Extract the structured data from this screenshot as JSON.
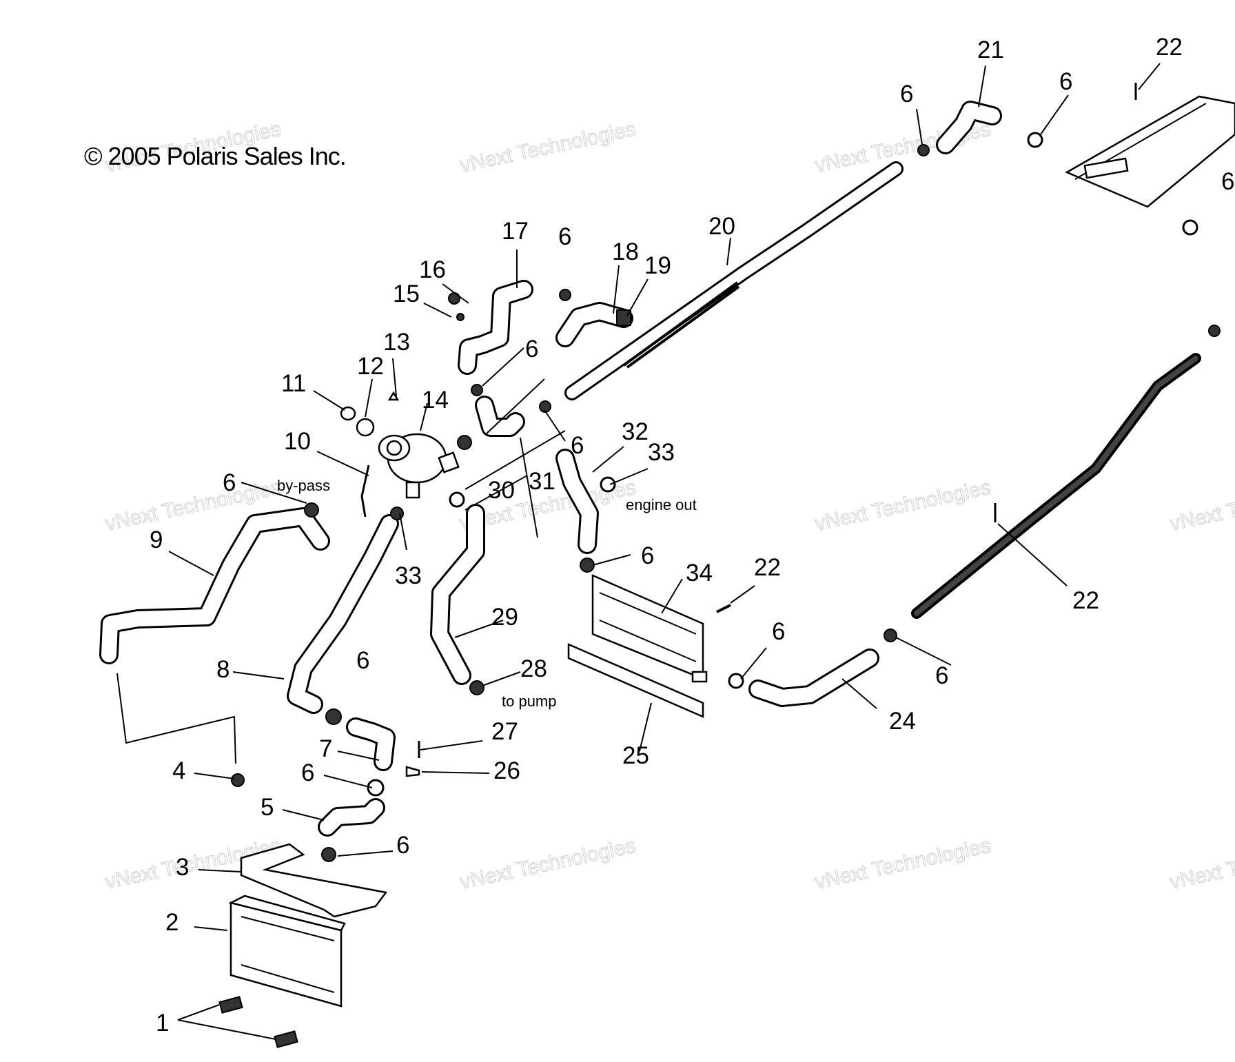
{
  "copyright": "© 2005 Polaris Sales Inc.",
  "watermark": {
    "line1": "vNext Technologies",
    "line2": "vNext\nTechnologies"
  },
  "notes": {
    "bypass": "by-pass",
    "engine_out": "engine out",
    "to_pump": "to pump"
  },
  "callouts": [
    "1",
    "2",
    "3",
    "4",
    "5",
    "6",
    "7",
    "8",
    "9",
    "10",
    "11",
    "12",
    "13",
    "14",
    "15",
    "16",
    "17",
    "18",
    "19",
    "20",
    "21",
    "22",
    "24",
    "25",
    "26",
    "27",
    "28",
    "29",
    "30",
    "31",
    "32",
    "33",
    "34"
  ],
  "labels": {
    "c1": "1",
    "c2": "2",
    "c3": "3",
    "c4": "4",
    "c5": "5",
    "c6": "6",
    "c7": "7",
    "c8": "8",
    "c9": "9",
    "c10": "10",
    "c11": "11",
    "c12": "12",
    "c13": "13",
    "c14": "14",
    "c15": "15",
    "c16": "16",
    "c17": "17",
    "c18": "18",
    "c19": "19",
    "c20": "20",
    "c21": "21",
    "c22": "22",
    "c24": "24",
    "c25": "25",
    "c26": "26",
    "c27": "27",
    "c28": "28",
    "c29": "29",
    "c30": "30",
    "c31": "31",
    "c32": "32",
    "c33": "33",
    "c34": "34"
  }
}
